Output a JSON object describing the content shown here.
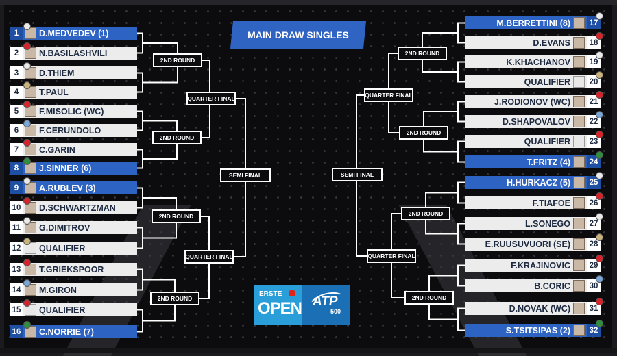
{
  "title": "MAIN DRAW SINGLES",
  "rounds": {
    "second_round": "2ND ROUND",
    "quarter_final": "QUARTER FINAL",
    "semi_final": "SEMI FINAL"
  },
  "logo": {
    "erste": "ERSTE",
    "open": "OPEN",
    "atp": "ATP",
    "atp_tier": "500"
  },
  "colors": {
    "seed_blue": "#2d63c2",
    "title_blue": "#2f64c2",
    "row_bg": "#ececec"
  },
  "left_draw": [
    {
      "seed": "1",
      "name": "D.MEDVEDEV (1)",
      "highlighted": true
    },
    {
      "seed": "2",
      "name": "N.BASILASHVILI",
      "highlighted": false
    },
    {
      "seed": "3",
      "name": "D.THIEM",
      "highlighted": false
    },
    {
      "seed": "4",
      "name": "T.PAUL",
      "highlighted": false
    },
    {
      "seed": "5",
      "name": "F.MISOLIC (WC)",
      "highlighted": false
    },
    {
      "seed": "6",
      "name": "F.CERUNDOLO",
      "highlighted": false
    },
    {
      "seed": "7",
      "name": "C.GARIN",
      "highlighted": false
    },
    {
      "seed": "8",
      "name": "J.SINNER (6)",
      "highlighted": true
    },
    {
      "seed": "9",
      "name": "A.RUBLEV (3)",
      "highlighted": true
    },
    {
      "seed": "10",
      "name": "D.SCHWARTZMAN",
      "highlighted": false
    },
    {
      "seed": "11",
      "name": "G.DIMITROV",
      "highlighted": false
    },
    {
      "seed": "12",
      "name": "QUALIFIER",
      "highlighted": false,
      "qualifier": true
    },
    {
      "seed": "13",
      "name": "T.GRIEKSPOOR",
      "highlighted": false
    },
    {
      "seed": "14",
      "name": "M.GIRON",
      "highlighted": false
    },
    {
      "seed": "15",
      "name": "QUALIFIER",
      "highlighted": false,
      "qualifier": true
    },
    {
      "seed": "16",
      "name": "C.NORRIE (7)",
      "highlighted": true
    }
  ],
  "right_draw": [
    {
      "seed": "17",
      "name": "M.BERRETTINI (8)",
      "highlighted": true
    },
    {
      "seed": "18",
      "name": "D.EVANS",
      "highlighted": false
    },
    {
      "seed": "19",
      "name": "K.KHACHANOV",
      "highlighted": false
    },
    {
      "seed": "20",
      "name": "QUALIFIER",
      "highlighted": false,
      "qualifier": true
    },
    {
      "seed": "21",
      "name": "J.RODIONOV (WC)",
      "highlighted": false
    },
    {
      "seed": "22",
      "name": "D.SHAPOVALOV",
      "highlighted": false
    },
    {
      "seed": "23",
      "name": "QUALIFIER",
      "highlighted": false,
      "qualifier": true
    },
    {
      "seed": "24",
      "name": "T.FRITZ (4)",
      "highlighted": true
    },
    {
      "seed": "25",
      "name": "H.HURKACZ (5)",
      "highlighted": true
    },
    {
      "seed": "26",
      "name": "F.TIAFOE",
      "highlighted": false
    },
    {
      "seed": "27",
      "name": "L.SONEGO",
      "highlighted": false
    },
    {
      "seed": "28",
      "name": "E.RUUSUVUORI (SE)",
      "highlighted": false
    },
    {
      "seed": "29",
      "name": "F.KRAJINOVIC",
      "highlighted": false
    },
    {
      "seed": "30",
      "name": "B.CORIC",
      "highlighted": false
    },
    {
      "seed": "31",
      "name": "D.NOVAK (WC)",
      "highlighted": false
    },
    {
      "seed": "32",
      "name": "S.TSITSIPAS (2)",
      "highlighted": true
    }
  ]
}
